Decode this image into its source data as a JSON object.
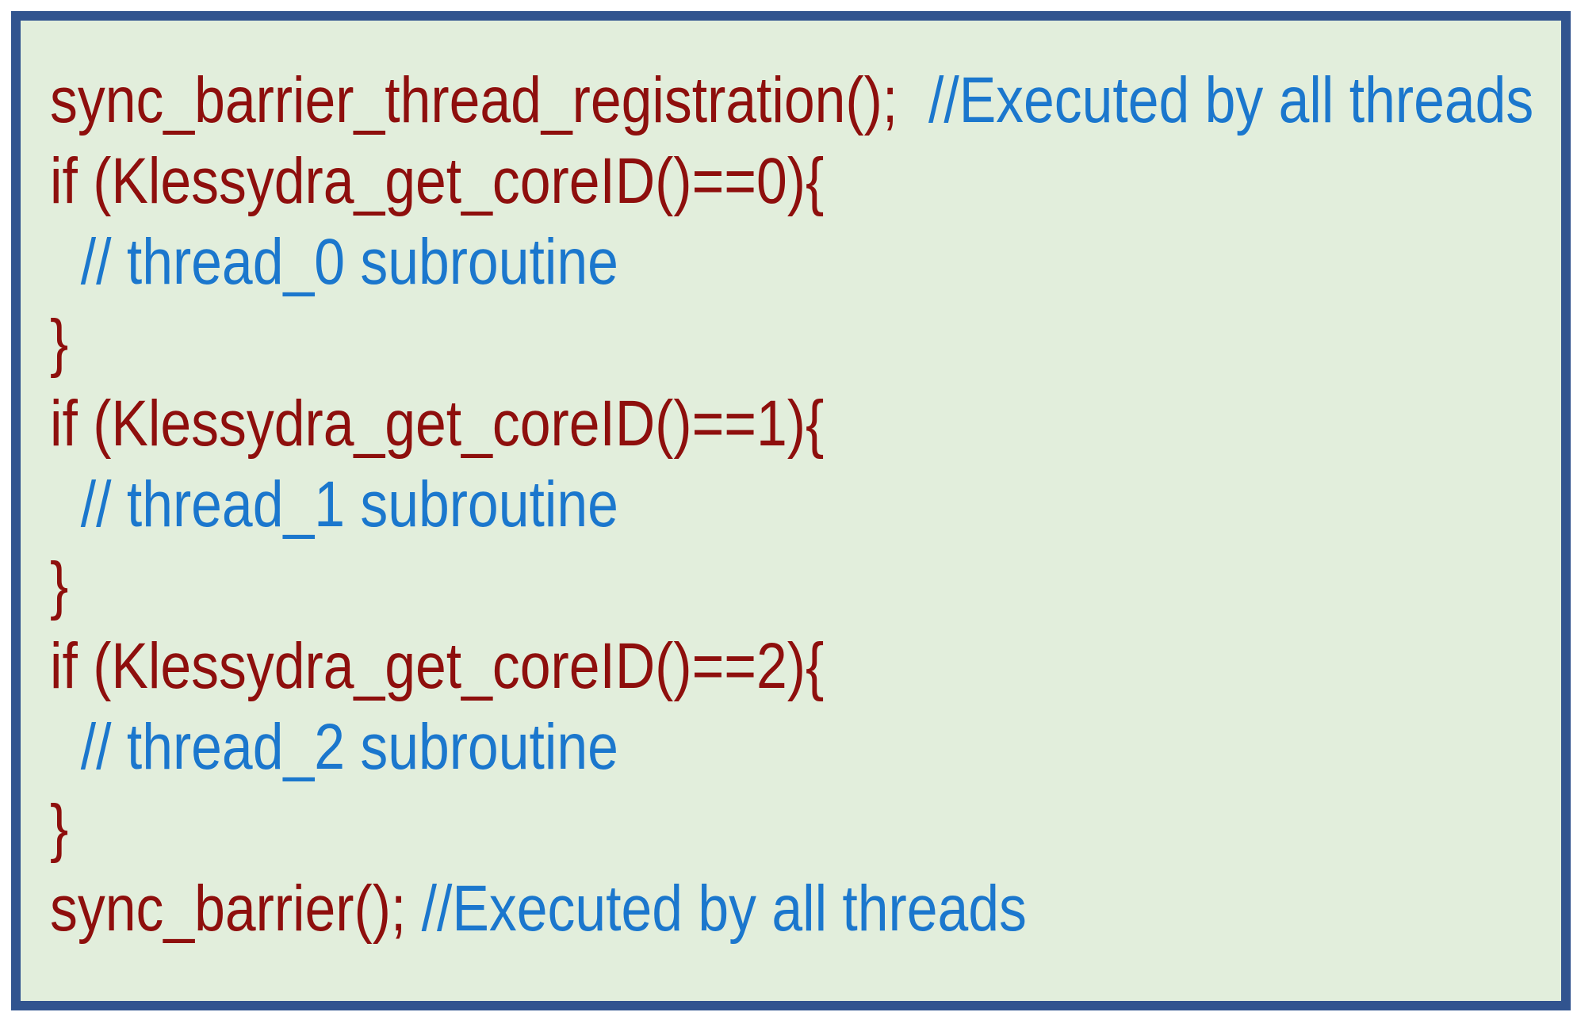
{
  "colors": {
    "page_background": "#ffffff",
    "panel_background": "#e2eedc",
    "panel_border": "#31548f",
    "code_text": "#8e0f0d",
    "comment_text": "#1b77cd"
  },
  "code": {
    "lines": [
      {
        "segments": [
          {
            "type": "code",
            "text": "sync_barrier_thread_registration();  "
          },
          {
            "type": "comment",
            "text": "//Executed by all threads"
          }
        ]
      },
      {
        "segments": [
          {
            "type": "code",
            "text": "if (Klessydra_get_coreID()==0){"
          }
        ]
      },
      {
        "segments": [
          {
            "type": "comment",
            "text": "  // thread_0 subroutine"
          }
        ]
      },
      {
        "segments": [
          {
            "type": "code",
            "text": "}"
          }
        ]
      },
      {
        "segments": [
          {
            "type": "code",
            "text": "if (Klessydra_get_coreID()==1){"
          }
        ]
      },
      {
        "segments": [
          {
            "type": "comment",
            "text": "  // thread_1 subroutine"
          }
        ]
      },
      {
        "segments": [
          {
            "type": "code",
            "text": "}"
          }
        ]
      },
      {
        "segments": [
          {
            "type": "code",
            "text": "if (Klessydra_get_coreID()==2){"
          }
        ]
      },
      {
        "segments": [
          {
            "type": "comment",
            "text": "  // thread_2 subroutine"
          }
        ]
      },
      {
        "segments": [
          {
            "type": "code",
            "text": "}"
          }
        ]
      },
      {
        "segments": [
          {
            "type": "code",
            "text": "sync_barrier(); "
          },
          {
            "type": "comment",
            "text": "//Executed by all threads"
          }
        ]
      }
    ]
  }
}
